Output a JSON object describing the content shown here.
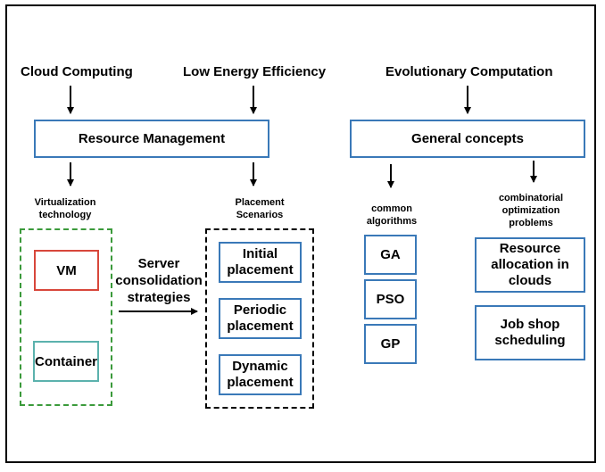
{
  "top_labels": {
    "cloud_computing": "Cloud Computing",
    "low_energy": "Low Energy Efficiency",
    "evolutionary": "Evolutionary Computation"
  },
  "boxes": {
    "resource_management": "Resource Management",
    "general_concepts": "General concepts"
  },
  "left": {
    "virtualization": "Virtualization\ntechnology",
    "vm": "VM",
    "container": "Container",
    "strategies": "Server\nconsolidation\nstrategies"
  },
  "placement": {
    "scenarios": "Placement\nScenarios",
    "initial": "Initial\nplacement",
    "periodic": "Periodic\nplacement",
    "dynamic": "Dynamic\nplacement"
  },
  "algorithms": {
    "heading": "common\nalgorithms",
    "ga": "GA",
    "pso": "PSO",
    "gp": "GP"
  },
  "problems": {
    "heading": "combinatorial\noptimization\nproblems",
    "resource_allocation": "Resource\nallocation in\nclouds",
    "job_shop": "Job shop\nscheduling"
  },
  "colors": {
    "blue_border": "#3a79b8",
    "red_border": "#d8473b",
    "teal_border": "#5bb2ad",
    "green_dash": "#3b9a3b"
  }
}
